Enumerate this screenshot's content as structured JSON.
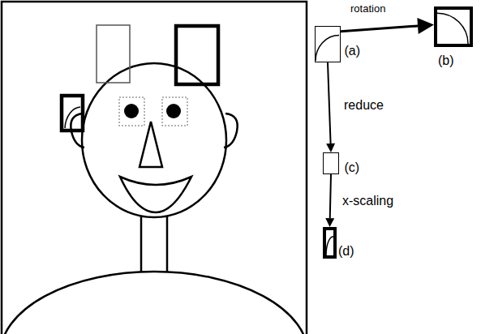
{
  "diagram": {
    "nodes": [
      {
        "text": [
          "(a)"
        ]
      },
      {
        "text": [
          "(b)"
        ]
      },
      {
        "text": [
          "(c)"
        ]
      },
      {
        "text": [
          "(d)"
        ]
      }
    ],
    "edges": [
      {
        "from": 0,
        "to": 1,
        "arrow": "to",
        "label": "rotation"
      },
      {
        "from": 0,
        "to": 2,
        "arrow": "to",
        "label": "reduce"
      },
      {
        "from": 2,
        "to": 3,
        "arrow": "to",
        "label": "x-scaling"
      }
    ]
  }
}
